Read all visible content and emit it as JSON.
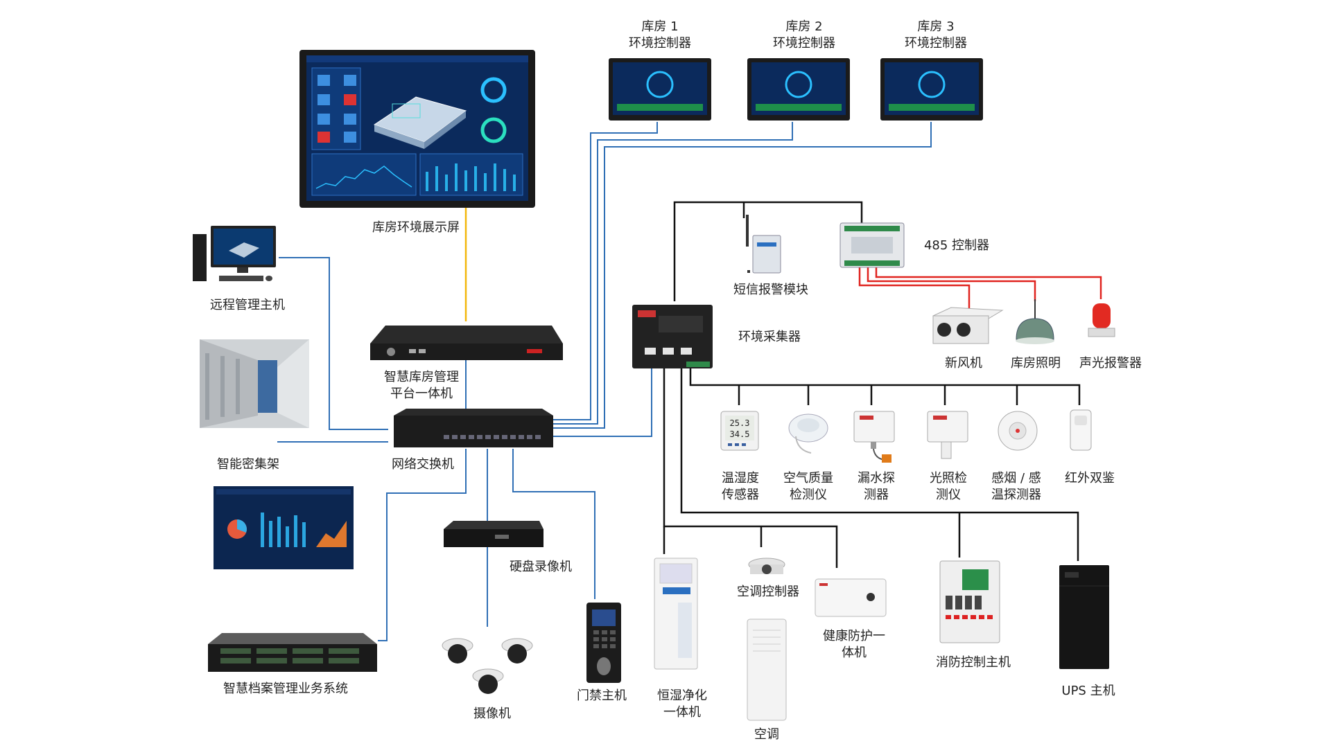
{
  "labels": {
    "display_screen": "库房环境展示屏",
    "ctrl1_l1": "库房 1",
    "ctrl1_l2": "环境控制器",
    "ctrl2_l1": "库房 2",
    "ctrl2_l2": "环境控制器",
    "ctrl3_l1": "库房 3",
    "ctrl3_l2": "环境控制器",
    "remote_host": "远程管理主机",
    "platform_l1": "智慧库房管理",
    "platform_l2": "平台一体机",
    "shelving": "智能密集架",
    "switch": "网络交换机",
    "archive_system": "智慧档案管理业务系统",
    "dvr": "硬盘录像机",
    "camera": "摄像机",
    "access_host": "门禁主机",
    "purifier_l1": "恒湿净化",
    "purifier_l2": "一体机",
    "ac_controller": "空调控制器",
    "ac": "空调",
    "health_l1": "健康防护一",
    "health_l2": "体机",
    "fire_host": "消防控制主机",
    "ups": "UPS 主机",
    "sms_module": "短信报警模块",
    "controller_485": "485 控制器",
    "collector": "环境采集器",
    "fresh_air": "新风机",
    "lighting": "库房照明",
    "alarm": "声光报警器",
    "th_l1": "温湿度",
    "th_l2": "传感器",
    "aq_l1": "空气质量",
    "aq_l2": "检测仪",
    "leak_l1": "漏水探",
    "leak_l2": "测器",
    "light_l1": "光照检",
    "light_l2": "测仪",
    "smoke_l1": "感烟 / 感",
    "smoke_l2": "温探测器",
    "ir": "红外双鉴"
  },
  "device_text": {
    "th_reading1": "25.3",
    "th_reading2": "34.5"
  },
  "colors": {
    "network_wire": "#2f6fb5",
    "control_wire": "#111111",
    "relay_wire": "#e0231f",
    "video_wire": "#f2b70a",
    "screen_bg": "#0b2a5c"
  }
}
